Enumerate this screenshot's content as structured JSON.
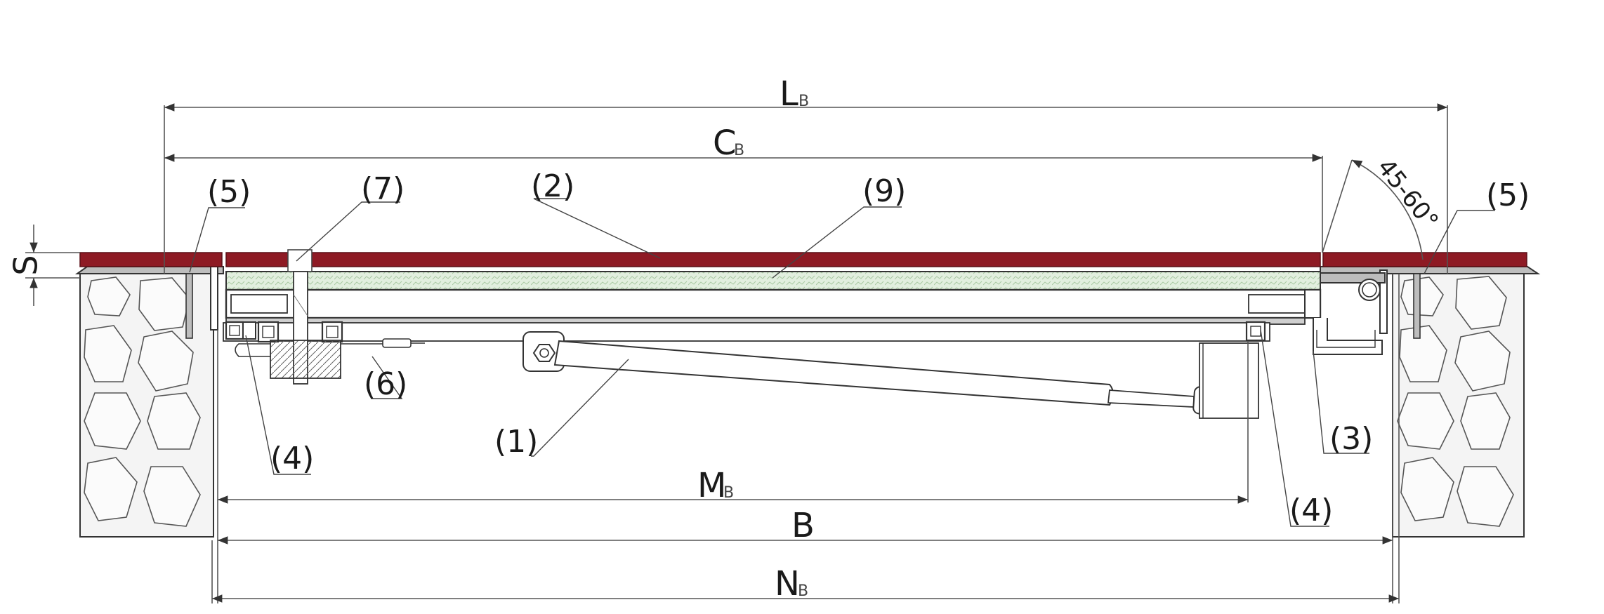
{
  "dimensions": {
    "lb": {
      "main": "L",
      "sub": "B"
    },
    "cb": {
      "main": "C",
      "sub": "B"
    },
    "mb": {
      "main": "M",
      "sub": "B"
    },
    "b": {
      "main": "B"
    },
    "nb": {
      "main": "N",
      "sub": "B"
    },
    "s": {
      "main": "S"
    },
    "angle": "45-60°"
  },
  "callouts": {
    "c5_left": "(5)",
    "c7": "(7)",
    "c2": "(2)",
    "c9": "(9)",
    "c5_right": "(5)",
    "c6": "(6)",
    "c1": "(1)",
    "c4_left": "(4)",
    "c3": "(3)",
    "c4_right": "(4)"
  },
  "colors": {
    "cover": "#8e1a24",
    "insulation": "#e2efdf",
    "stone_fill": "#f4f4f4",
    "line": "#333333"
  }
}
